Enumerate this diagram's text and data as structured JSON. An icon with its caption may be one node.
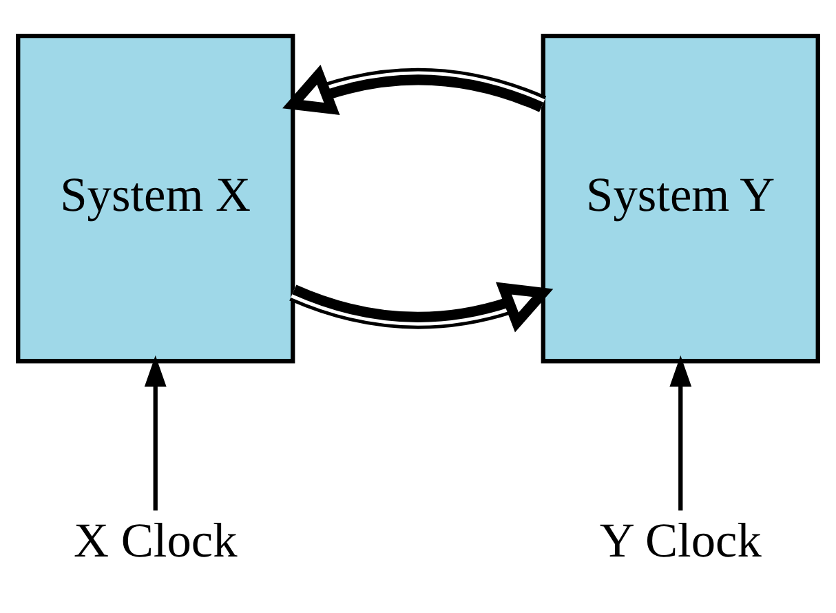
{
  "diagram": {
    "nodes": [
      {
        "text": [
          "System X"
        ]
      },
      {
        "text": [
          "System Y"
        ]
      },
      {
        "text": [
          "X Clock"
        ]
      },
      {
        "text": [
          "Y Clock"
        ]
      }
    ],
    "edges": [
      {
        "from": 1,
        "to": 0,
        "arrow": "to",
        "style": "thick"
      },
      {
        "from": 0,
        "to": 1,
        "arrow": "to",
        "style": "thick"
      },
      {
        "from": 2,
        "to": 0,
        "arrow": "to"
      },
      {
        "from": 3,
        "to": 1,
        "arrow": "to"
      }
    ]
  }
}
